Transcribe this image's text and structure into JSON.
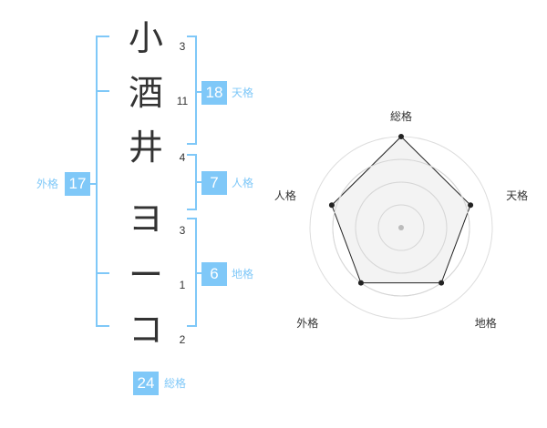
{
  "name_chars": [
    {
      "char": "小",
      "strokes": "3"
    },
    {
      "char": "酒",
      "strokes": "11"
    },
    {
      "char": "井",
      "strokes": "4"
    },
    {
      "char": "ヨ",
      "strokes": "3"
    },
    {
      "char": "ー",
      "strokes": "1"
    },
    {
      "char": "コ",
      "strokes": "2"
    }
  ],
  "kakaku": {
    "tenkaku": {
      "value": "18",
      "label": "天格"
    },
    "jinkaku": {
      "value": "7",
      "label": "人格"
    },
    "chikaku": {
      "value": "6",
      "label": "地格"
    },
    "gaikaku": {
      "value": "17",
      "label": "外格"
    },
    "soukaku": {
      "value": "24",
      "label": "総格"
    }
  },
  "colors": {
    "accent": "#7fc8f8",
    "text": "#333333",
    "radar_fill": "#eeeeee"
  },
  "chart_data": {
    "type": "radar",
    "axes": [
      "総格",
      "天格",
      "地格",
      "外格",
      "人格"
    ],
    "values": [
      1.0,
      0.8,
      0.75,
      0.75,
      0.8
    ],
    "rings": 4,
    "range": [
      0,
      1
    ]
  }
}
